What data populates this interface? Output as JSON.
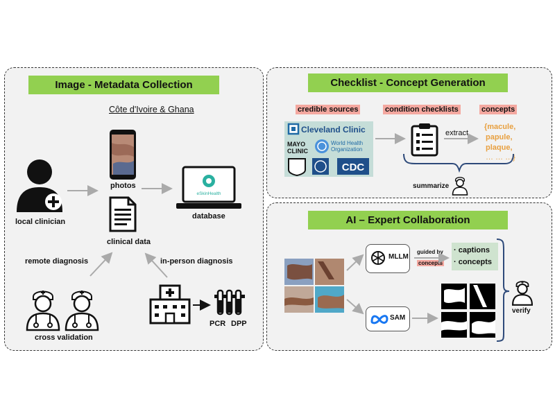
{
  "panels": {
    "left": {
      "title": "Image - Metadata Collection",
      "location": "Côte d'Ivoire & Ghana",
      "local_clinician": "local clinician",
      "photos": "photos",
      "database": "database",
      "database_logo": "eSkinHealth",
      "clinical_data": "clinical data",
      "remote_diagnosis": "remote diagnosis",
      "in_person_diagnosis": "in-person diagnosis",
      "cross_validation": "cross validation",
      "pcr": "PCR",
      "dpp": "DPP"
    },
    "top_right": {
      "title": "Checklist - Concept Generation",
      "credible_sources": "credible sources",
      "condition_checklists": "condition checklists",
      "concepts_label": "concepts",
      "extract": "extract",
      "summarize": "summarize",
      "concept_lines": [
        "{macule,",
        "papule,",
        "plaque,",
        "… … …}"
      ],
      "cleveland": "Cleveland Clinic",
      "mayo_1": "MAYO",
      "mayo_2": "CLINIC",
      "who_1": "World Health",
      "who_2": "Organization",
      "cdc": "CDC"
    },
    "bottom_right": {
      "title": "AI – Expert Collaboration",
      "mllm": "MLLM",
      "guided_by": "guided by",
      "guided_concepts": "concepts",
      "captions": "· captions",
      "concepts": "· concepts",
      "sam": "SAM",
      "verify": "verify"
    }
  },
  "colors": {
    "title_bg": "#92d050",
    "tag_bg": "#f4a8a0",
    "concept_text": "#e8a040",
    "panel_bg": "#f2f2f2",
    "arrow": "#aaaaaa",
    "sources_bg": "#c5ddd8",
    "output_bg": "#cfe3cf",
    "brace": "#2e4a7a"
  },
  "icons": [
    "clinician-icon",
    "phone-photo-icon",
    "document-icon",
    "laptop-icon",
    "doctor-icon",
    "hospital-icon",
    "test-tubes-icon",
    "clipboard-checklist-icon",
    "openai-icon",
    "meta-icon"
  ]
}
